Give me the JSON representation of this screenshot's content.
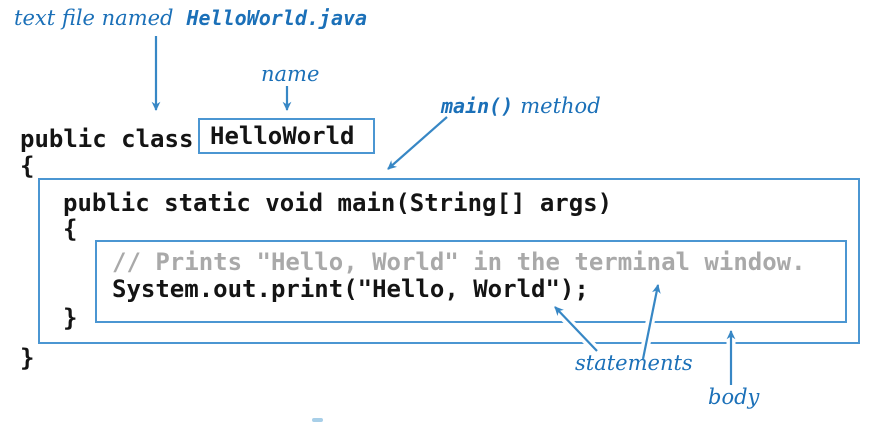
{
  "annotations": {
    "file_label_prefix": "text file named",
    "file_label_filename": "HelloWorld.java",
    "name_label": "name",
    "main_label_mono": "main()",
    "main_label_suffix": "method",
    "statements_label": "statements",
    "body_label": "body"
  },
  "code": {
    "class_keywords": "public class",
    "class_name": "HelloWorld",
    "class_open_brace": "{",
    "main_signature": "public static void main(String[] args)",
    "main_open_brace": "{",
    "comment": "// Prints \"Hello, World\" in the terminal window.",
    "print_statement": "System.out.print(\"Hello, World\");",
    "main_close_brace": "}",
    "class_close_brace": "}"
  },
  "colors": {
    "annotation_blue": "#1b70b8",
    "box_border_blue": "#4b96d2",
    "arrow_blue": "#3787c5",
    "code_text": "#141414",
    "comment_gray": "#a9a9a9",
    "background": "#ffffff"
  }
}
